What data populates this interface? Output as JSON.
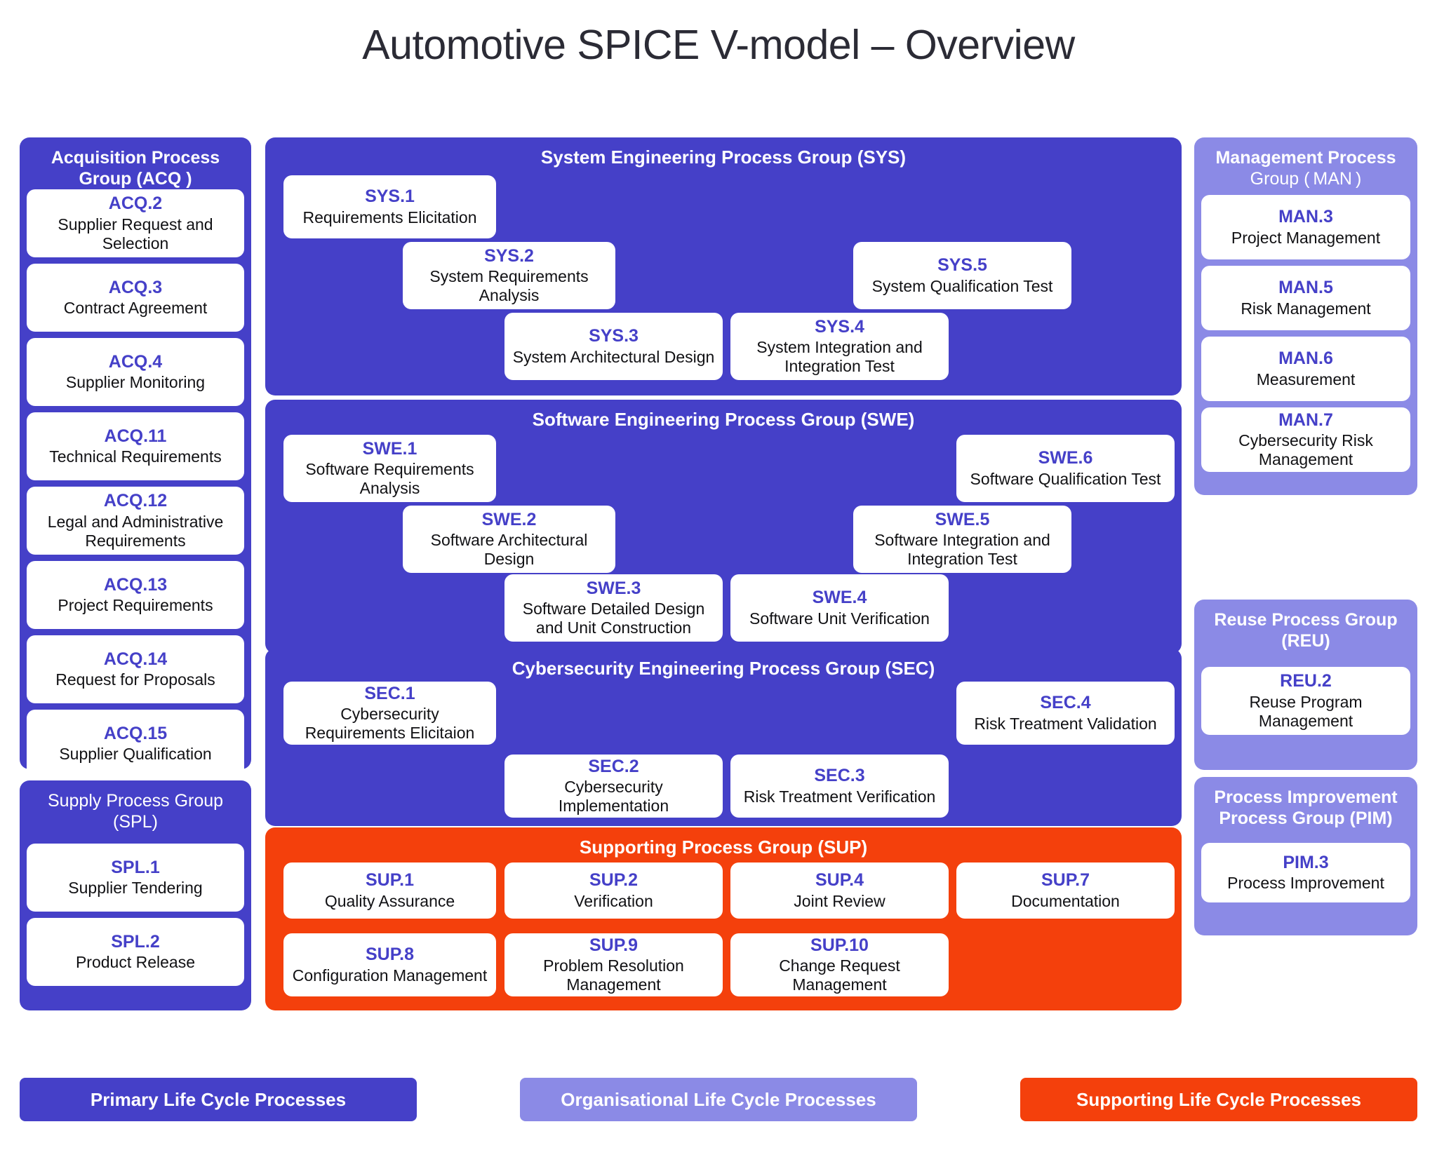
{
  "title": "Automotive SPICE V-model – Overview",
  "colors": {
    "primary_blue": "#4540c8",
    "organisational_purple": "#8b8ae6",
    "supporting_orange": "#f4400c",
    "card_background": "#ffffff",
    "code_text": "#4540c8",
    "name_text": "#111114",
    "page_background": "#ffffff"
  },
  "acq": {
    "title_line1": "Acquisition Process",
    "title_line2": "Group (ACQ )",
    "items": [
      {
        "code": "ACQ.2",
        "name": "Supplier Request and Selection"
      },
      {
        "code": "ACQ.3",
        "name": "Contract Agreement"
      },
      {
        "code": "ACQ.4",
        "name": "Supplier Monitoring"
      },
      {
        "code": "ACQ.11",
        "name": "Technical Requirements"
      },
      {
        "code": "ACQ.12",
        "name": "Legal and Administrative Requirements"
      },
      {
        "code": "ACQ.13",
        "name": "Project Requirements"
      },
      {
        "code": "ACQ.14",
        "name": "Request for Proposals"
      },
      {
        "code": "ACQ.15",
        "name": "Supplier Qualification"
      }
    ]
  },
  "spl": {
    "title_line1": "Supply Process Group",
    "title_line2": "(SPL)",
    "items": [
      {
        "code": "SPL.1",
        "name": "Supplier Tendering"
      },
      {
        "code": "SPL.2",
        "name": "Product Release"
      }
    ]
  },
  "sys": {
    "title": "System Engineering Process Group (SYS)",
    "items": [
      {
        "code": "SYS.1",
        "name": "Requirements Elicitation"
      },
      {
        "code": "SYS.2",
        "name": "System Requirements Analysis"
      },
      {
        "code": "SYS.3",
        "name": "System Architectural Design"
      },
      {
        "code": "SYS.4",
        "name": "System Integration and Integration Test"
      },
      {
        "code": "SYS.5",
        "name": "System Qualification Test"
      }
    ]
  },
  "swe": {
    "title": "Software Engineering Process Group (SWE)",
    "items": [
      {
        "code": "SWE.1",
        "name": "Software Requirements Analysis"
      },
      {
        "code": "SWE.2",
        "name": "Software Architectural Design"
      },
      {
        "code": "SWE.3",
        "name": "Software Detailed Design and Unit Construction"
      },
      {
        "code": "SWE.4",
        "name": "Software Unit Verification"
      },
      {
        "code": "SWE.5",
        "name": "Software Integration and Integration Test"
      },
      {
        "code": "SWE.6",
        "name": "Software Qualification Test"
      }
    ]
  },
  "sec": {
    "title": "Cybersecurity Engineering Process Group (SEC)",
    "items": [
      {
        "code": "SEC.1",
        "name": "Cybersecurity Requirements Elicitaion"
      },
      {
        "code": "SEC.2",
        "name": "Cybersecurity Implementation"
      },
      {
        "code": "SEC.3",
        "name": "Risk Treatment Verification"
      },
      {
        "code": "SEC.4",
        "name": "Risk Treatment Validation"
      }
    ]
  },
  "sup": {
    "title": "Supporting Process Group (SUP)",
    "items": [
      {
        "code": "SUP.1",
        "name": "Quality Assurance"
      },
      {
        "code": "SUP.2",
        "name": "Verification"
      },
      {
        "code": "SUP.4",
        "name": "Joint Review"
      },
      {
        "code": "SUP.7",
        "name": "Documentation"
      },
      {
        "code": "SUP.8",
        "name": "Configuration Management"
      },
      {
        "code": "SUP.9",
        "name": "Problem Resolution Management"
      },
      {
        "code": "SUP.10",
        "name": "Change Request Management"
      }
    ]
  },
  "man": {
    "title_line1": "Management Process",
    "title_line2": "Group ( MAN )",
    "items": [
      {
        "code": "MAN.3",
        "name": "Project Management"
      },
      {
        "code": "MAN.5",
        "name": "Risk Management"
      },
      {
        "code": "MAN.6",
        "name": "Measurement"
      },
      {
        "code": "MAN.7",
        "name": "Cybersecurity Risk Management"
      }
    ]
  },
  "reu": {
    "title_line1": "Reuse Process Group",
    "title_line2": "(REU)",
    "items": [
      {
        "code": "REU.2",
        "name": "Reuse Program Management"
      }
    ]
  },
  "pim": {
    "title_line1": "Process Improvement",
    "title_line2": "Process Group (PIM)",
    "items": [
      {
        "code": "PIM.3",
        "name": "Process Improvement"
      }
    ]
  },
  "legend": [
    {
      "label": "Primary Life Cycle Processes",
      "color": "#4540c8"
    },
    {
      "label": "Organisational Life Cycle Processes",
      "color": "#8b8ae6"
    },
    {
      "label": "Supporting Life Cycle Processes",
      "color": "#f4400c"
    }
  ]
}
